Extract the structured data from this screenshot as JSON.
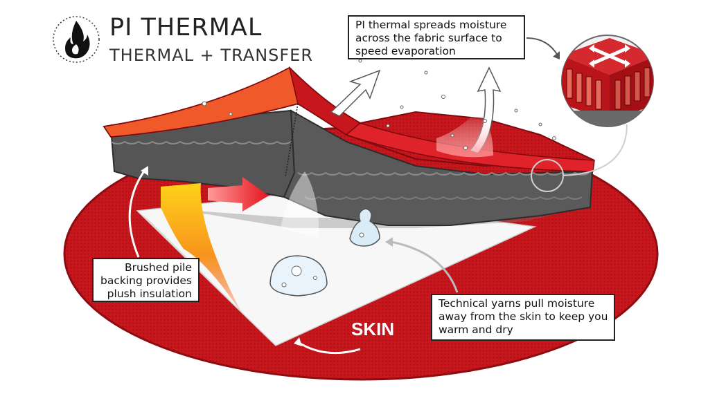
{
  "header": {
    "title": "PI THERMAL",
    "subtitle": "THERMAL + TRANSFER",
    "icon": "flame-icon"
  },
  "callouts": {
    "top": [
      "PI thermal spreads moisture",
      "across the fabric surface to",
      "speed evaporation"
    ],
    "left": [
      "Brushed pile",
      "backing provides",
      "plush insulation"
    ],
    "right": [
      "Technical yarns pull moisture",
      "away from the skin to keep you",
      "warm and dry"
    ]
  },
  "labels": {
    "skin": "SKIN"
  },
  "colors": {
    "fabric_red": "#c8161d",
    "fabric_red_dark": "#a30f14",
    "pile_grey": "#565656",
    "pile_grey_dark": "#3c3c3c",
    "heat_orange": "#f07a1a",
    "heat_yellow": "#ffd21a",
    "skin_white": "#f7f7f7"
  }
}
